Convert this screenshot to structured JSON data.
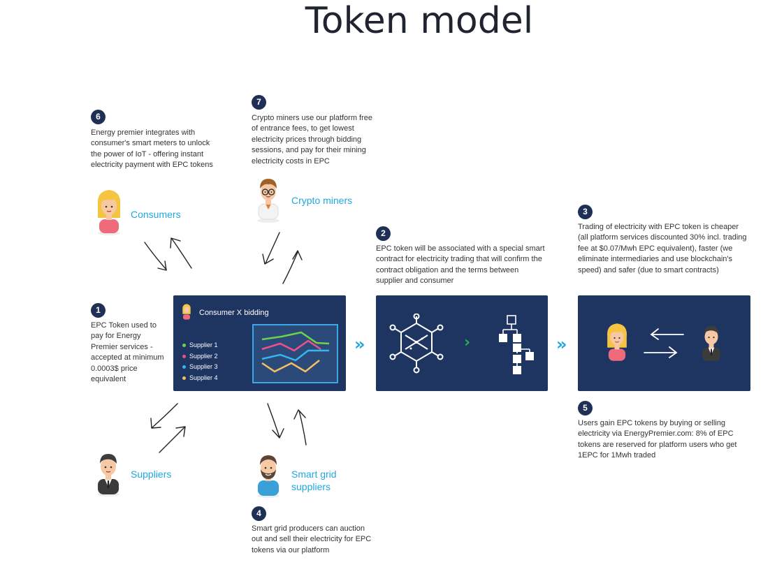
{
  "title": "Token model",
  "steps": [
    {
      "num": "1",
      "text": "EPC Token used to pay for Energy Premier services - accepted at minimum 0.0003$ price equivalent"
    },
    {
      "num": "2",
      "text": "EPC token will be associated with a special smart contract for electricity trading that will confirm the contract obligation and the terms between supplier and consumer"
    },
    {
      "num": "3",
      "text": "Trading of electricity with EPC token is cheaper (all platform services discounted 30% incl. trading fee at $0.07/Mwh EPC equivalent), faster (we eliminate intermediaries and use blockchain's speed) and safer (due to smart contracts)"
    },
    {
      "num": "4",
      "text": "Smart grid producers can auction out and sell their electricity for EPC tokens via our platform"
    },
    {
      "num": "5",
      "text": "Users gain EPC tokens by buying or selling electricity via EnergyPremier.com: 8% of EPC tokens are reserved for platform users who get 1EPC for 1Mwh traded"
    },
    {
      "num": "6",
      "text": "Energy premier integrates with consumer's smart meters to unlock the power of IoT - offering instant electricity payment with EPC tokens"
    },
    {
      "num": "7",
      "text": "Crypto miners use our platform free of entrance fees, to get lowest electricity prices through bidding sessions, and pay for their mining electricity costs in EPC"
    }
  ],
  "actors": {
    "consumers": "Consumers",
    "crypto_miners": "Crypto miners",
    "suppliers": "Suppliers",
    "smart_grid": "Smart grid suppliers"
  },
  "bidding_panel": {
    "title": "Consumer X bidding",
    "suppliers": [
      {
        "label": "Supplier 1",
        "color": "#6fd24a"
      },
      {
        "label": "Supplier 2",
        "color": "#f0508a"
      },
      {
        "label": "Supplier 3",
        "color": "#35b6f0"
      },
      {
        "label": "Supplier 4",
        "color": "#f4c060"
      }
    ]
  },
  "colors": {
    "panel": "#1f3561",
    "accent": "#1fa8e0",
    "badge": "#1f2f55",
    "green": "#27b24a"
  }
}
